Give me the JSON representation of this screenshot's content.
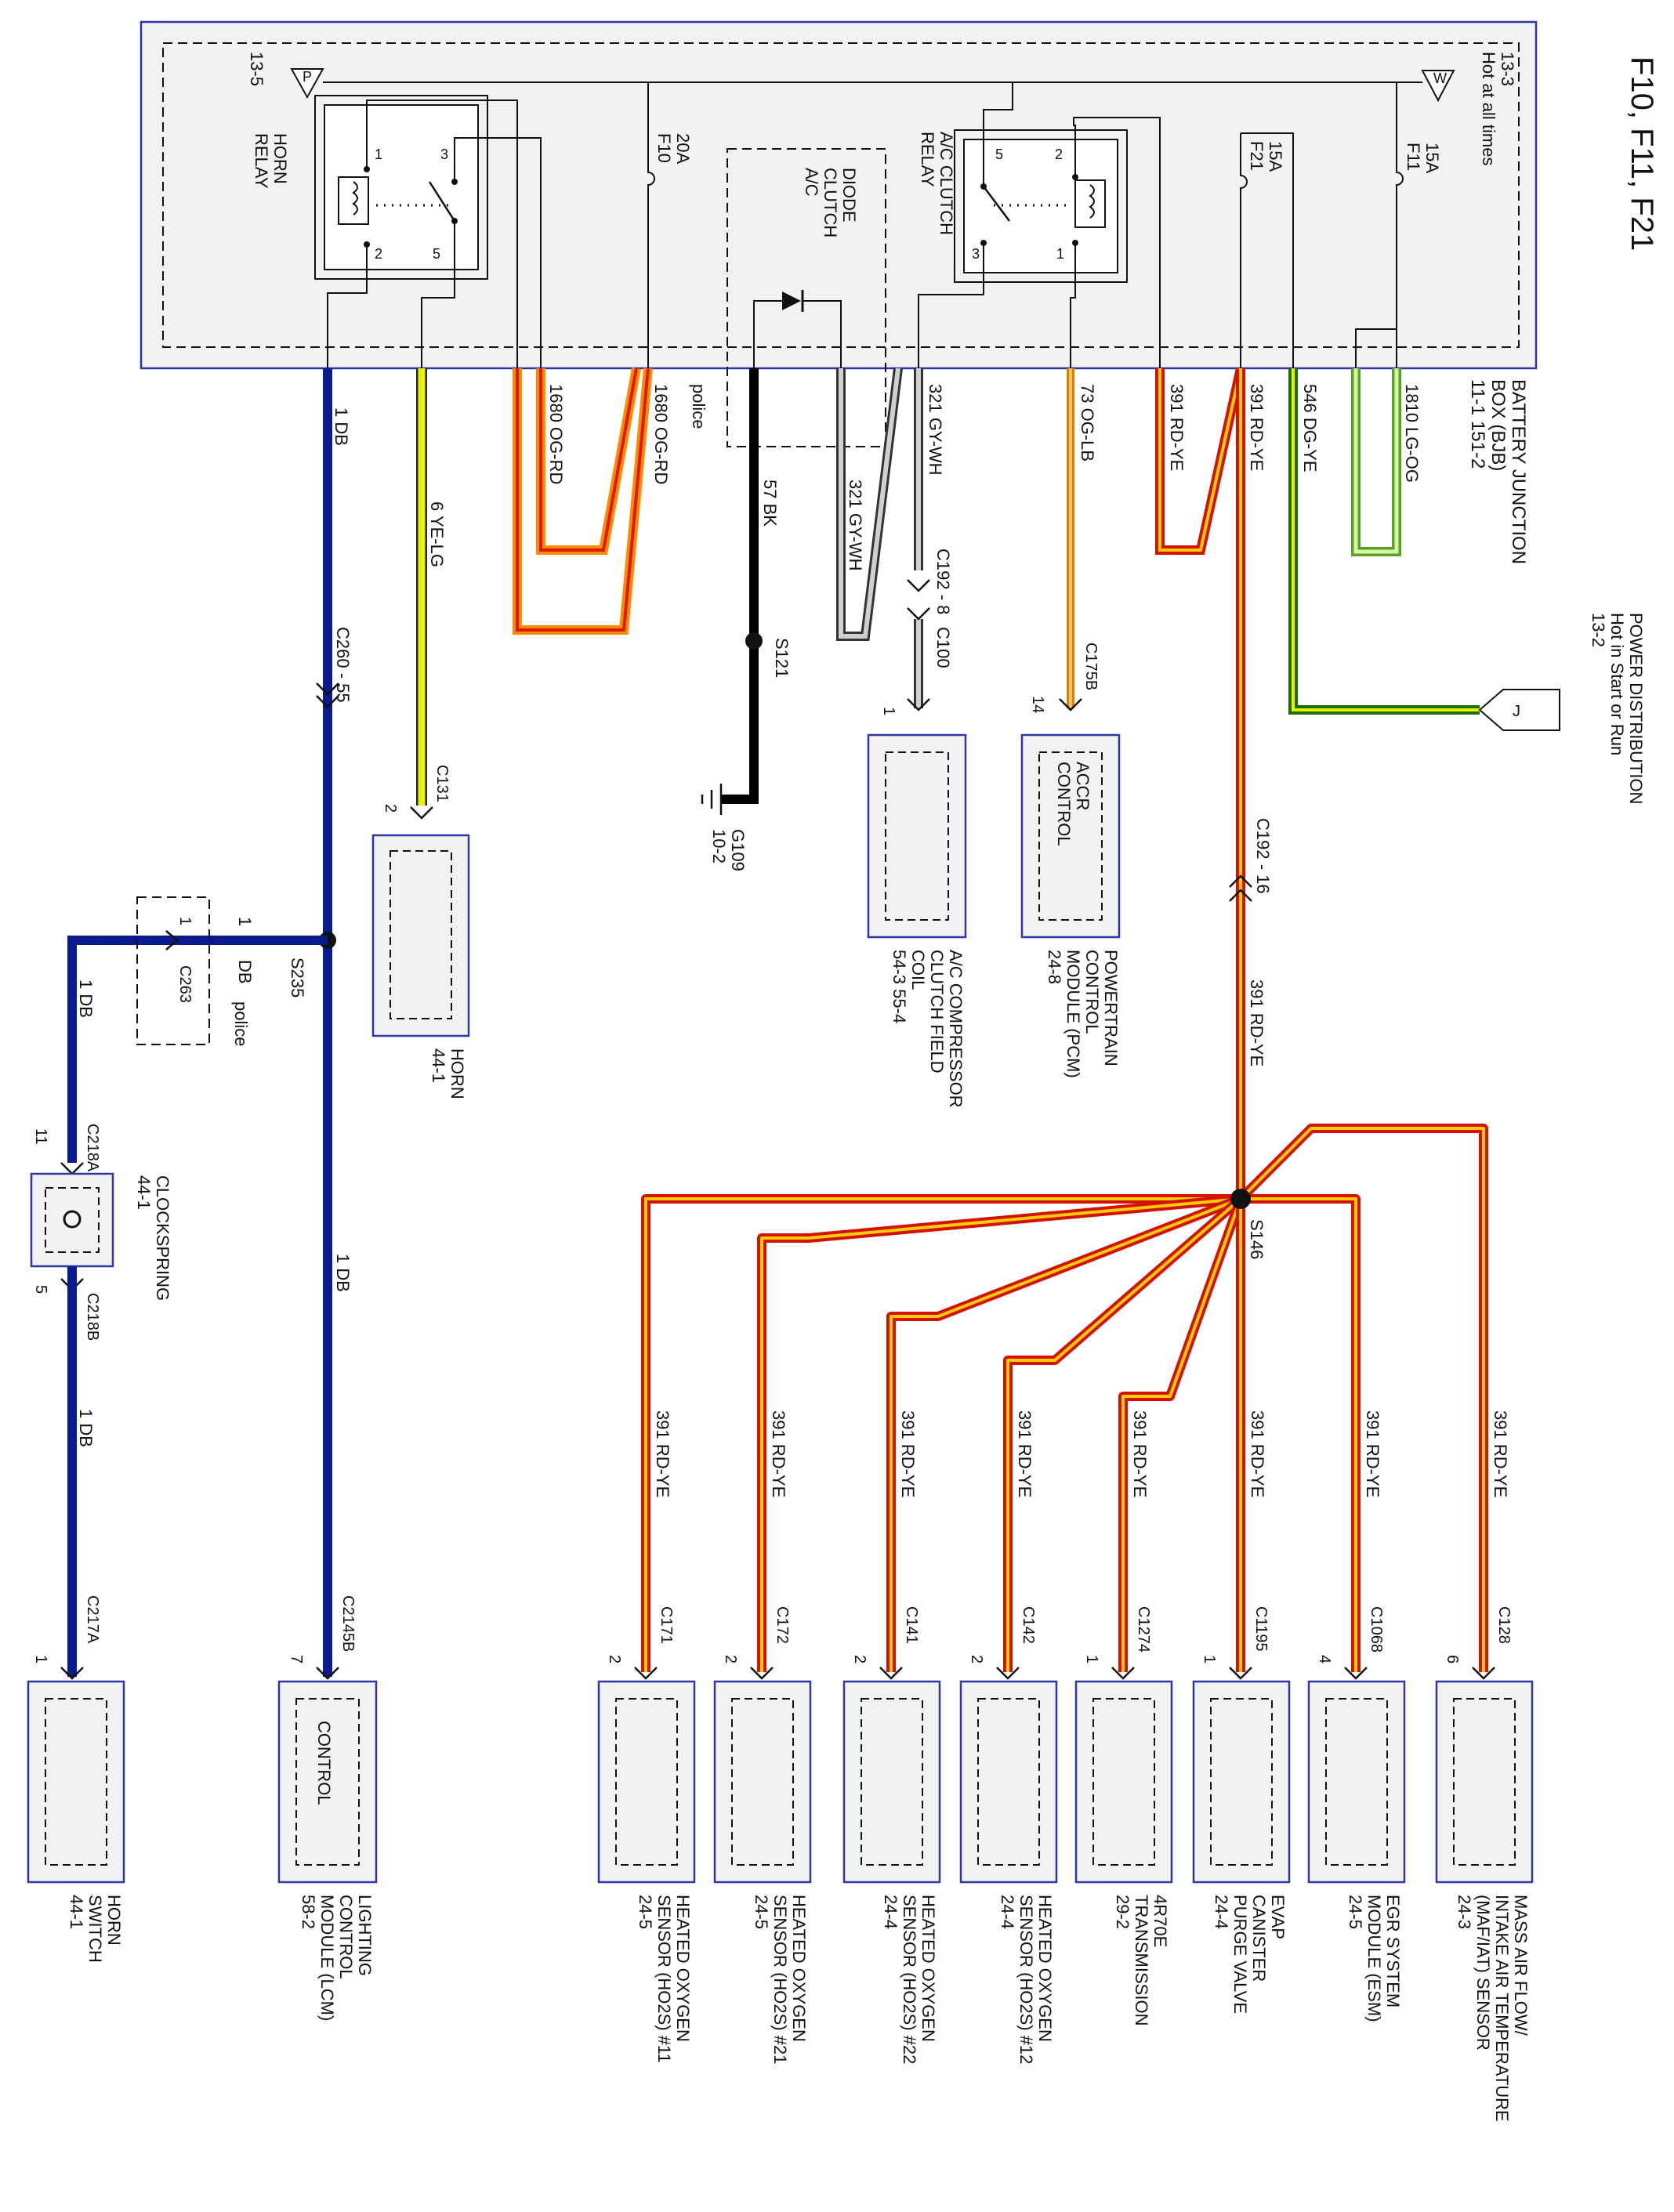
{
  "title": "F10, F11, F21",
  "colors": {
    "bjb_fill": "#f2f2f2",
    "bjb_border": "#2e36a8",
    "db": "#0a1a8c",
    "ye_lg": "#e8f200",
    "og_rd_outer": "#ff8a00",
    "og_rd_inner": "#d91c00",
    "rd_ye_outer": "#d41200",
    "rd_ye_inner": "#ffcc00",
    "bk": "#000000",
    "gy_wh": "#8a8a8a",
    "og_lb": "#f0a030",
    "dg_ye": "#1b6e00",
    "lg_og": "#9ee06a",
    "component_fill": "#f2f2f2",
    "component_border": "#2e36a8"
  },
  "bjb": {
    "label_lines": [
      "BATTERY JUNCTION",
      "BOX (BJB)",
      "11-1   151-2"
    ],
    "hot_label": "Hot at all times",
    "hot_ref": "13-3",
    "hot_w": "W",
    "p_flag": "P",
    "p_ref": "13-5",
    "fuses": [
      {
        "name": "F10",
        "amp": "20A"
      },
      {
        "name": "F21",
        "amp": "15A"
      },
      {
        "name": "F11",
        "amp": "15A"
      }
    ],
    "horn_relay": {
      "label_lines": [
        "HORN",
        "RELAY"
      ],
      "pins": [
        "1",
        "3",
        "2",
        "5"
      ]
    },
    "ac_relay": {
      "label_lines": [
        "A/C CLUTCH",
        "RELAY"
      ],
      "pins": [
        "5",
        "2",
        "3",
        "1"
      ]
    },
    "diode_label_lines": [
      "A/C",
      "CLUTCH",
      "DIODE"
    ]
  },
  "power_distribution": {
    "label_lines": [
      "POWER DISTRIBUTION",
      "Hot in Start or Run",
      "13-2"
    ],
    "flag": "J"
  },
  "wires": {
    "w1db": "1 DB",
    "w6yelg": "6 YE-LG",
    "w1680a": "1680   OG-RD",
    "w1680b": "1680   OG-RD",
    "police": "police",
    "w57": "57    BK",
    "w321a": "321   GY-WH",
    "w321b": "321   GY-WH",
    "w73": "73  OG-LB",
    "w391a": "391   RD-YE",
    "w391b": "391   RD-YE",
    "w546": "546   DG-YE",
    "w1810": "1810   LG-OG",
    "w391c": "391   RD-YE",
    "db1": "1",
    "db_label": "DB",
    "w1db_b": "1 DB",
    "w1db_c": "1 DB",
    "w1db_d": "1 DB",
    "police2": "police"
  },
  "connectors": {
    "c260": "C260 - 55",
    "c131": "C131",
    "c131_pin": "2",
    "s121": "S121",
    "c192_8": "C192 - 8",
    "c100": "C100",
    "c100_pin": "1",
    "c175b": "C175B",
    "c175b_pin": "14",
    "g109": "G109",
    "g109_ref": "10-2",
    "c192_16": "C192 - 16",
    "s235": "S235",
    "c263": "C263",
    "c263_pin": "1",
    "c218a": "C218A",
    "c218a_pin": "11",
    "c218b": "C218B",
    "c218b_pin": "5",
    "c217a": "C217A",
    "c217a_pin": "1",
    "c2145b": "C2145B",
    "c2145b_pin": "7",
    "s146": "S146"
  },
  "components": {
    "horn": {
      "label_lines": [
        "HORN",
        "44-1"
      ]
    },
    "ac_coil": {
      "label_lines": [
        "A/C COMPRESSOR",
        "CLUTCH FIELD",
        "COIL",
        "54-3    55-4"
      ]
    },
    "pcm": {
      "inner_lines": [
        "ACCR",
        "CONTROL"
      ],
      "label_lines": [
        "POWERTRAIN",
        "CONTROL",
        "MODULE (PCM)",
        "24-8"
      ]
    },
    "clockspring": {
      "label_lines": [
        "CLOCKSPRING",
        "44-1"
      ]
    },
    "horn_switch": {
      "label_lines": [
        "HORN",
        "SWITCH",
        "44-1"
      ]
    },
    "lcm": {
      "inner_lines": [
        "CONTROL"
      ],
      "label_lines": [
        "LIGHTING",
        "CONTROL",
        "MODULE (LCM)",
        "58-2"
      ]
    }
  },
  "branches": [
    {
      "wire": "391   RD-YE",
      "conn": "C171",
      "pin": "2",
      "label_lines": [
        "HEATED OXYGEN",
        "SENSOR (HO2S) #11",
        "24-5"
      ]
    },
    {
      "wire": "391   RD-YE",
      "conn": "C172",
      "pin": "2",
      "label_lines": [
        "HEATED OXYGEN",
        "SENSOR (HO2S) #21",
        "24-5"
      ]
    },
    {
      "wire": "391   RD-YE",
      "conn": "C141",
      "pin": "2",
      "label_lines": [
        "HEATED OXYGEN",
        "SENSOR (HO2S) #22",
        "24-4"
      ]
    },
    {
      "wire": "391   RD-YE",
      "conn": "C142",
      "pin": "2",
      "label_lines": [
        "HEATED OXYGEN",
        "SENSOR (HO2S) #12",
        "24-4"
      ]
    },
    {
      "wire": "391   RD-YE",
      "conn": "C1274",
      "pin": "1",
      "label_lines": [
        "4R70E",
        "TRANSMISSION",
        "29-2"
      ]
    },
    {
      "wire": "391   RD-YE",
      "conn": "C1195",
      "pin": "1",
      "label_lines": [
        "EVAP",
        "CANISTER",
        "PURGE VALVE",
        "24-4"
      ]
    },
    {
      "wire": "391   RD-YE",
      "conn": "C1068",
      "pin": "4",
      "label_lines": [
        "EGR SYSTEM",
        "MODULE (ESM)",
        "24-5"
      ]
    },
    {
      "wire": "391   RD-YE",
      "conn": "C128",
      "pin": "6",
      "label_lines": [
        "MASS AIR FLOW/",
        "INTAKE AIR TEMPERATURE",
        "(MAF/IAT) SENSOR",
        "24-3"
      ]
    }
  ]
}
